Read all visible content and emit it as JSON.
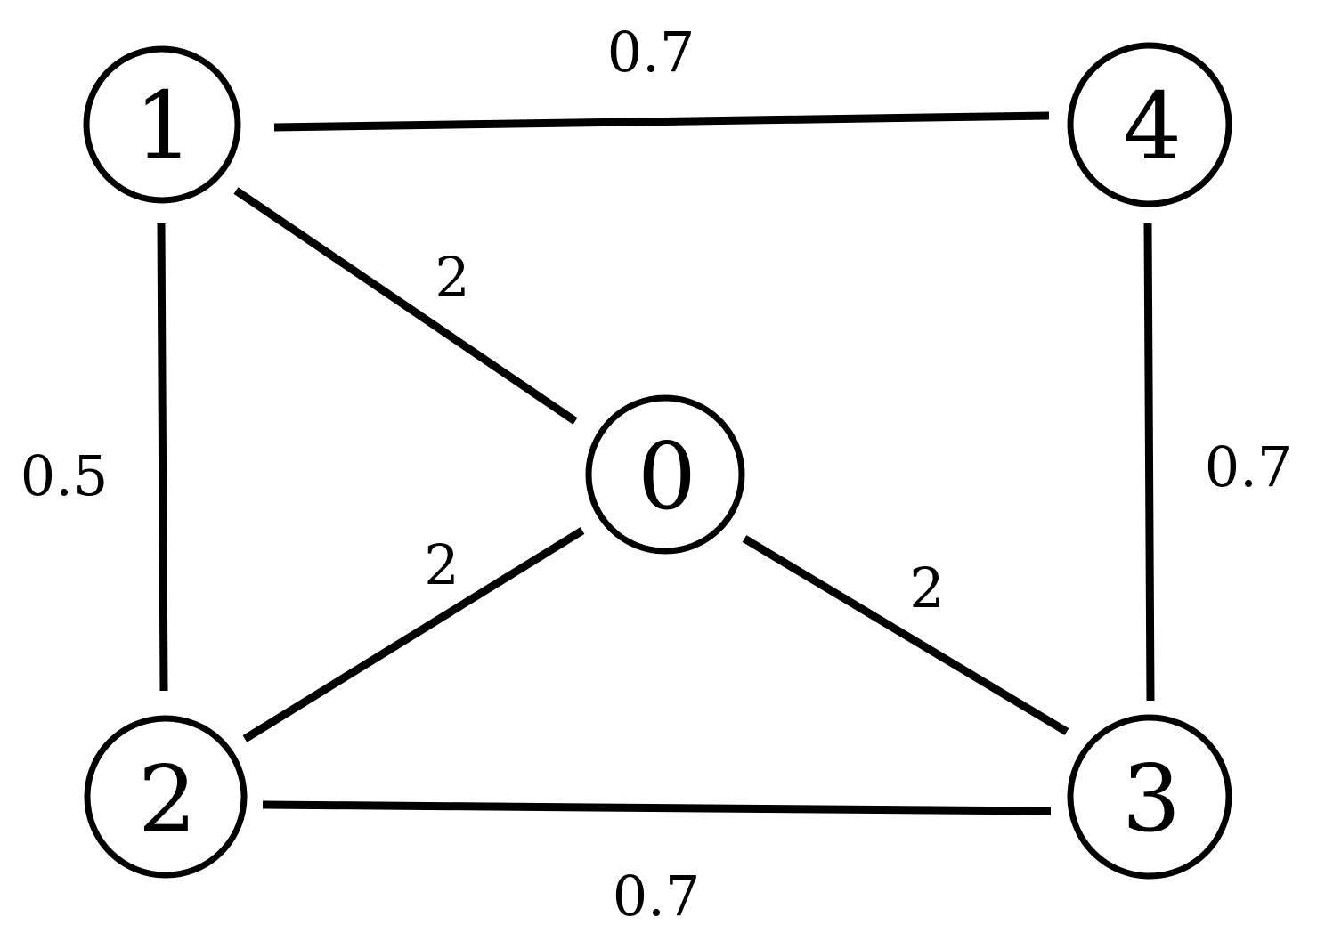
{
  "nodes": [
    {
      "id": "0",
      "label": "0"
    },
    {
      "id": "1",
      "label": "1"
    },
    {
      "id": "2",
      "label": "2"
    },
    {
      "id": "3",
      "label": "3"
    },
    {
      "id": "4",
      "label": "4"
    }
  ],
  "edges": [
    {
      "from": "1",
      "to": "4",
      "weight": "0.7"
    },
    {
      "from": "1",
      "to": "0",
      "weight": "2"
    },
    {
      "from": "1",
      "to": "2",
      "weight": "0.5"
    },
    {
      "from": "4",
      "to": "3",
      "weight": "0.7"
    },
    {
      "from": "2",
      "to": "0",
      "weight": "2"
    },
    {
      "from": "0",
      "to": "3",
      "weight": "2"
    },
    {
      "from": "2",
      "to": "3",
      "weight": "0.7"
    }
  ],
  "colors": {
    "stroke": "#000000",
    "background": "#ffffff"
  }
}
